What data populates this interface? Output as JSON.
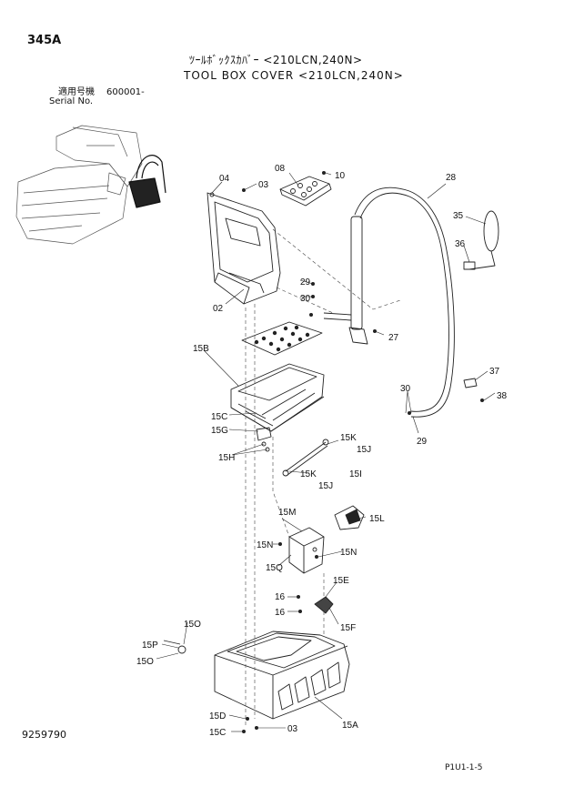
{
  "header": {
    "page_number": "345A",
    "title_jp": "ﾂｰﾙﾎﾞｯｸｽｶﾊﾞｰ <210LCN,240N>",
    "title_en": "TOOL BOX COVER <210LCN,240N>",
    "serial_label_jp": "適用号機",
    "serial_label_en": "Serial No.",
    "serial_value": "600001-"
  },
  "footer": {
    "doc_number": "9259790",
    "page_code": "P1U1-1-5"
  },
  "callouts": {
    "c04": "04",
    "c03_top": "03",
    "c08": "08",
    "c10": "10",
    "c28": "28",
    "c35": "35",
    "c36": "36",
    "c29_a": "29",
    "c30_a": "30",
    "c02": "02",
    "c27": "27",
    "c15B": "15B",
    "c37": "37",
    "c30_b": "30",
    "c38": "38",
    "c15C_a": "15C",
    "c29_b": "29",
    "c15G": "15G",
    "c15K_a": "15K",
    "c15J_a": "15J",
    "c15H": "15H",
    "c15K_b": "15K",
    "c15I": "15I",
    "c15J_b": "15J",
    "c15M": "15M",
    "c15L": "15L",
    "c15N_a": "15N",
    "c15N_b": "15N",
    "c15Q": "15Q",
    "c15E": "15E",
    "c16_a": "16",
    "c16_b": "16",
    "c15F": "15F",
    "c15O_a": "15O",
    "c15P": "15P",
    "c15O_b": "15O",
    "c15D": "15D",
    "c15C_b": "15C",
    "c03_bot": "03",
    "c15A": "15A"
  }
}
